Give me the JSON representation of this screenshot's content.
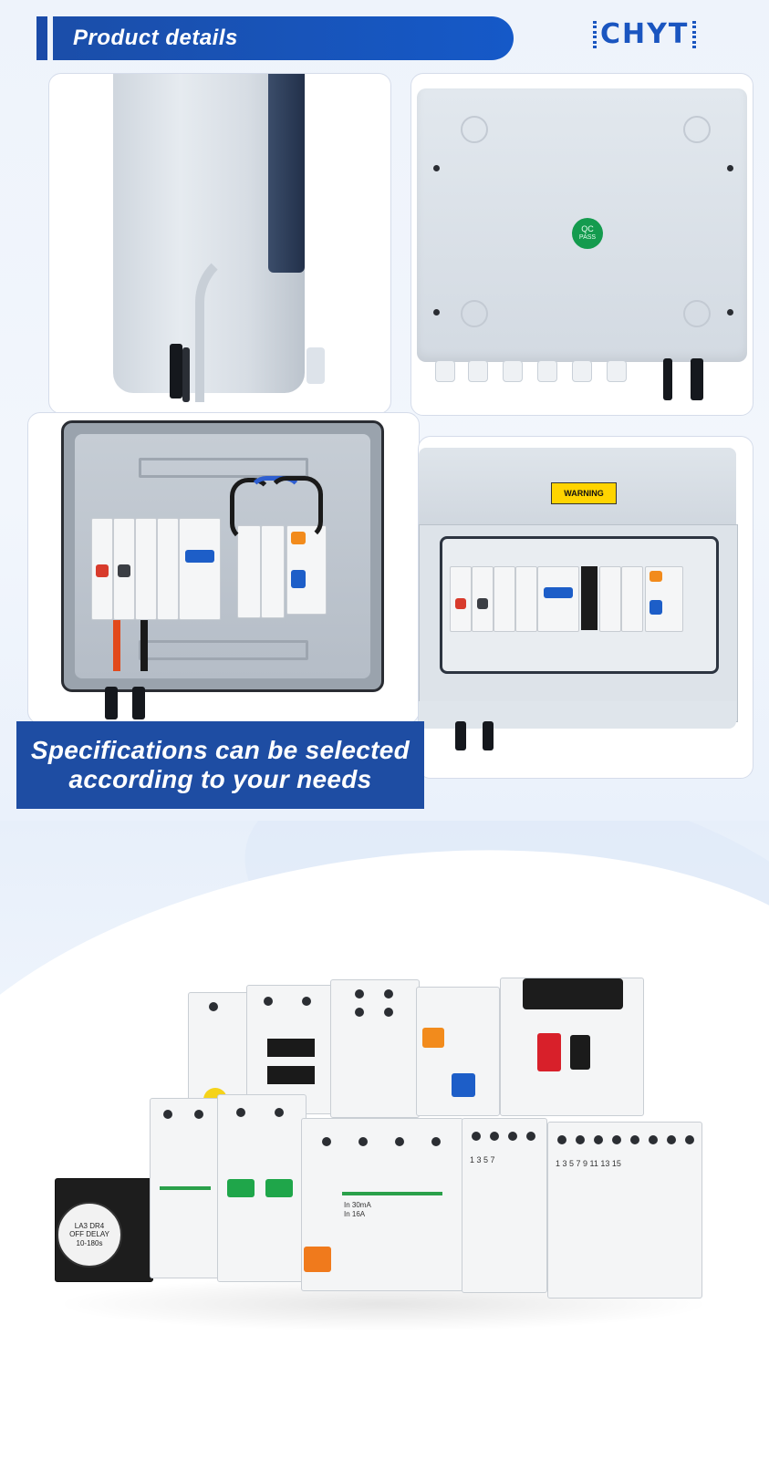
{
  "header": {
    "title": "Product details"
  },
  "logo": {
    "text": "CHYT",
    "color": "#1a55c0"
  },
  "photo_labels": {
    "qc_line1": "QC",
    "qc_line2": "PASS",
    "warning": "WARNING"
  },
  "banner": {
    "line1": "Specifications can be selected",
    "line2": "according to your needs"
  },
  "product_labels": {
    "timer": "LA3 DR4",
    "timer_sub": "OFF DELAY",
    "timer_range": "10-180s",
    "rcd_rating": "In 30mA",
    "rcd_current": "In 16A",
    "contactor_top_terms": "1  3  5  7",
    "contactor_big_terms": "1  3  5  7  9  11  13  15"
  },
  "colors": {
    "brand_blue": "#1e4da3",
    "qc_green": "#149b4e",
    "warning_yellow": "#ffd400"
  }
}
